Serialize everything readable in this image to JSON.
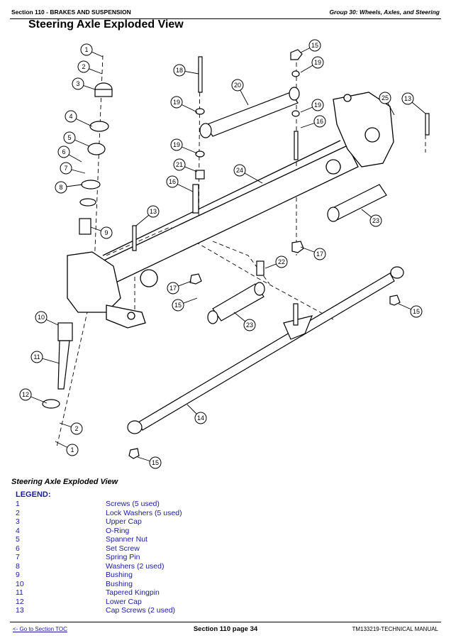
{
  "header": {
    "section": "Section 110 - BRAKES AND SUSPENSION",
    "group": "Group 30: Wheels, Axles, and Steering"
  },
  "page_title": "Steering Axle Exploded View",
  "callouts": [
    "1",
    "2",
    "3",
    "4",
    "5",
    "6",
    "7",
    "8",
    "9",
    "10",
    "11",
    "12",
    "13",
    "14",
    "15",
    "16",
    "17",
    "18",
    "19",
    "20",
    "21",
    "22",
    "23",
    "24",
    "25"
  ],
  "caption": "Steering Axle Exploded View",
  "legend": {
    "title": "LEGEND:",
    "items": [
      {
        "num": "1",
        "desc": "Screws (5 used)"
      },
      {
        "num": "2",
        "desc": "Lock Washers (5 used)"
      },
      {
        "num": "3",
        "desc": "Upper Cap"
      },
      {
        "num": "4",
        "desc": "O-Ring"
      },
      {
        "num": "5",
        "desc": "Spanner Nut"
      },
      {
        "num": "6",
        "desc": "Set Screw"
      },
      {
        "num": "7",
        "desc": "Spring Pin"
      },
      {
        "num": "8",
        "desc": "Washers (2 used)"
      },
      {
        "num": "9",
        "desc": "Bushing"
      },
      {
        "num": "10",
        "desc": "Bushing"
      },
      {
        "num": "11",
        "desc": "Tapered Kingpin"
      },
      {
        "num": "12",
        "desc": "Lower Cap"
      },
      {
        "num": "13",
        "desc": "Cap Screws (2 used)"
      }
    ]
  },
  "footer": {
    "toc_link": "<- Go to Section TOC",
    "page": "Section 110 page 34",
    "manual": "TM133219-TECHNICAL MANUAL"
  }
}
